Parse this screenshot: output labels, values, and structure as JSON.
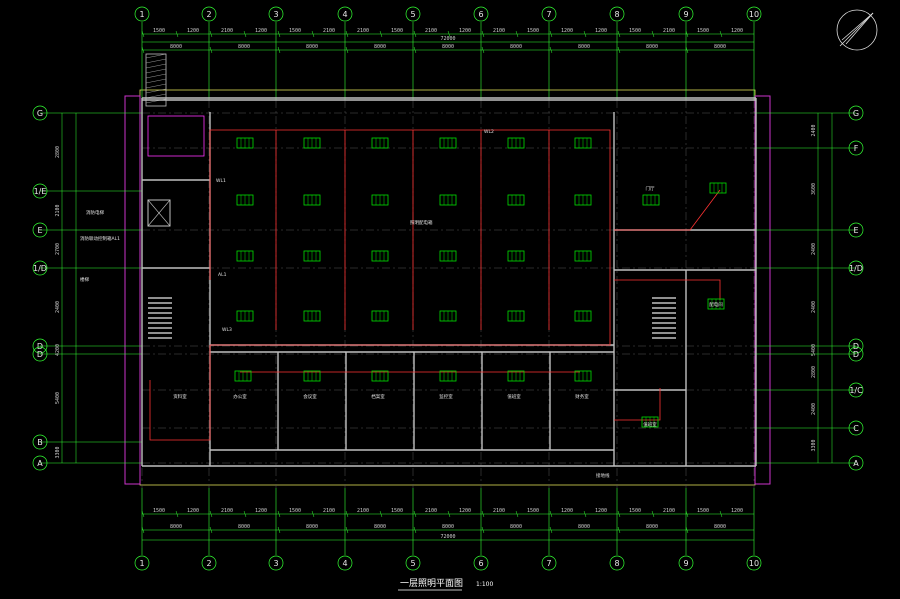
{
  "drawing": {
    "title": "一层照明平面图",
    "scale": "1:100",
    "column_axes": [
      "1",
      "2",
      "3",
      "4",
      "5",
      "6",
      "7",
      "8",
      "9",
      "10"
    ],
    "row_axes_left": [
      "G",
      "1/E",
      "E",
      "1/D",
      "D",
      "D",
      "B",
      "A"
    ],
    "row_axes_right": [
      "G",
      "F",
      "E",
      "1/D",
      "D",
      "D",
      "1/C",
      "C",
      "A"
    ],
    "top_dims_fine": [
      "1500",
      "1200",
      "2100",
      "1200",
      "1500",
      "2100",
      "2100",
      "1500",
      "2100",
      "1200",
      "2100",
      "1500",
      "1200",
      "1200",
      "1500",
      "2100",
      "1500",
      "1200"
    ],
    "top_dims_bays": [
      "8000",
      "8000",
      "8000",
      "8000",
      "8000",
      "8000",
      "8000",
      "8000",
      "8000"
    ],
    "top_total": "72000",
    "bottom_dims_fine": [
      "1500",
      "1200",
      "2100",
      "1200",
      "1500",
      "2100",
      "2100",
      "1500",
      "2100",
      "1200",
      "2100",
      "1500",
      "1200",
      "1200",
      "1500",
      "2100",
      "1500",
      "1200"
    ],
    "bottom_dims_bays": [
      "8000",
      "8000",
      "8000",
      "8000",
      "8000",
      "8000",
      "8000",
      "8000",
      "8000"
    ],
    "bottom_total": "72000",
    "left_dims": [
      "2800",
      "2100",
      "2700",
      "2400",
      "4200",
      "5400",
      "3300"
    ],
    "right_dims": [
      "2400",
      "3600",
      "2400",
      "2400",
      "5400",
      "2800",
      "2400",
      "3300"
    ],
    "rooms": [
      {
        "label": "办公室"
      },
      {
        "label": "会议室"
      },
      {
        "label": "档案室"
      },
      {
        "label": "监控室"
      },
      {
        "label": "值班室"
      },
      {
        "label": "财务室"
      },
      {
        "label": "资料室"
      },
      {
        "label": "门厅"
      },
      {
        "label": "配电间"
      },
      {
        "label": "值班室"
      }
    ],
    "annotations": {
      "panel_label": "AL1",
      "riser_label": "照明配电箱",
      "wire_note_1": "WL1",
      "wire_note_2": "WL2",
      "wire_note_3": "WL3",
      "lift_label": "消防电梯",
      "stair_label": "楼梯",
      "notes": [
        "接地线",
        "消防联动控制箱AL1"
      ]
    },
    "colors": {
      "background": "#000000",
      "axis": "#33ff33",
      "walls": "#bfbfbf",
      "circuit": "#ff3333",
      "luminaire": "#00e000",
      "border": "#ffff66",
      "outline": "#ff33ff"
    }
  }
}
